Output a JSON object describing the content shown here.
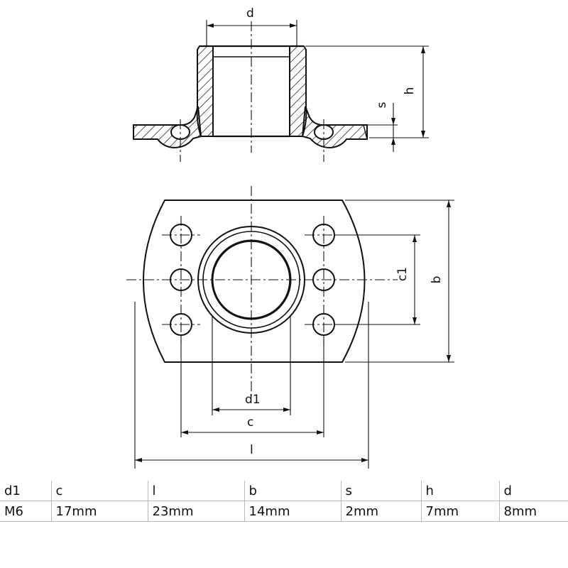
{
  "dimension_labels": {
    "d": "d",
    "h": "h",
    "s": "s",
    "b": "b",
    "c1": "c1",
    "d1": "d1",
    "c": "c",
    "l": "l"
  },
  "spec_table": {
    "headers": [
      "d1",
      "c",
      "l",
      "b",
      "s",
      "h",
      "d"
    ],
    "values": [
      "M6",
      "17mm",
      "23mm",
      "14mm",
      "2mm",
      "7mm",
      "8mm"
    ]
  },
  "colors": {
    "line": "#111111",
    "table_border": "#b9b9b9"
  }
}
